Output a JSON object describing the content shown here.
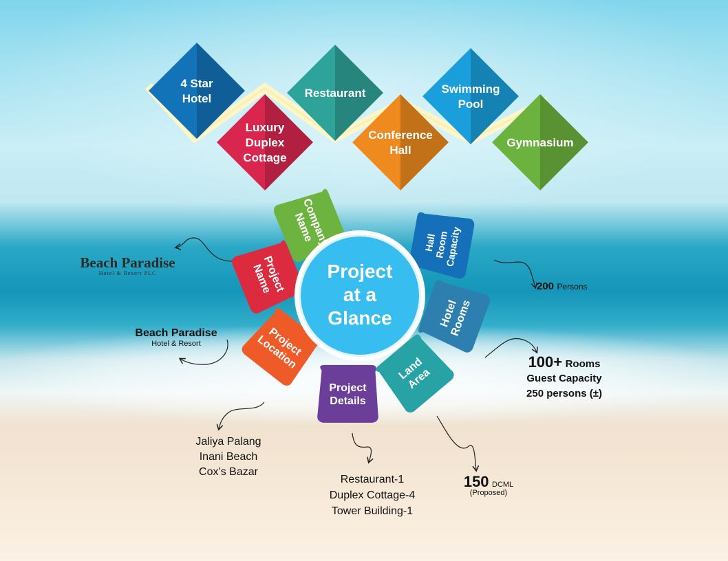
{
  "facilities": [
    {
      "label": "4 Star\nHotel",
      "color": "#1273b8"
    },
    {
      "label": "Luxury\nDuplex\nCottage",
      "color": "#d8264f"
    },
    {
      "label": "Restaurant",
      "color": "#2ea399"
    },
    {
      "label": "Conference\nHall",
      "color": "#ee8a1e"
    },
    {
      "label": "Swimming\nPool",
      "color": "#1a9fdc"
    },
    {
      "label": "Gymnasium",
      "color": "#6cb23e"
    }
  ],
  "center": {
    "title": "Project\nat a\nGlance",
    "color": "#38bdf0"
  },
  "petals": [
    {
      "label": "Company\nName",
      "color": "#6cb33f"
    },
    {
      "label": "Project\nName",
      "color": "#dc2b3f"
    },
    {
      "label": "Project\nLocation",
      "color": "#ef5a29"
    },
    {
      "label": "Project\nDetails",
      "color": "#6a3e99"
    },
    {
      "label": "Land\nArea",
      "color": "#27a3a6"
    },
    {
      "label": "Hotel\nRooms",
      "color": "#2c7fae"
    },
    {
      "label": "Hall\nRoom\nCapacity",
      "color": "#1670b9"
    }
  ],
  "info": {
    "company_logo": {
      "main": "Beach Paradise",
      "sub": "Hotel & Resort PLC"
    },
    "project_name": {
      "main": "Beach Paradise",
      "sub": "Hotel & Resort"
    },
    "location": [
      "Jaliya Palang",
      "Inani Beach",
      "Cox’s Bazar"
    ],
    "details": [
      "Restaurant-1",
      "Duplex Cottage-4",
      "Tower Building-1"
    ],
    "land_area": {
      "value": "150",
      "unit": "DCML",
      "note": "(Proposed)"
    },
    "hotel_rooms": {
      "value": "100+",
      "unit": "Rooms",
      "line2": "Guest Capacity",
      "line3": "250 persons (±)"
    },
    "hall_capacity": {
      "value": "200",
      "unit": "Persons"
    }
  }
}
